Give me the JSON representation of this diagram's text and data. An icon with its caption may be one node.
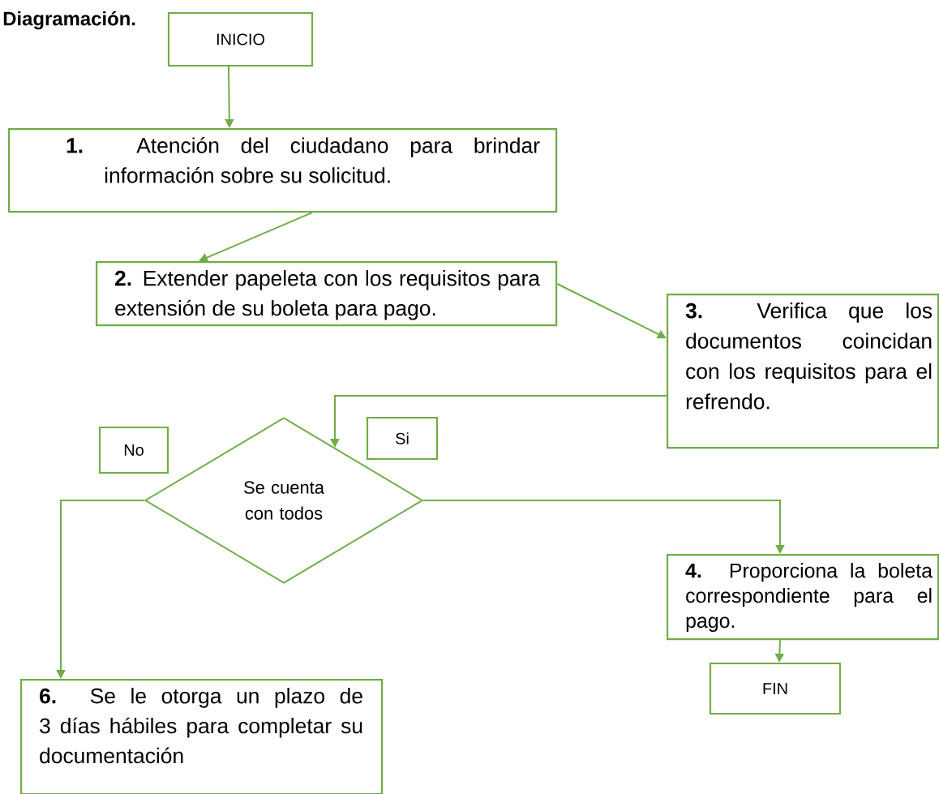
{
  "diagram": {
    "title": "Diagramación.",
    "nodes": [
      {
        "text": [
          "INICIO"
        ]
      },
      {
        "text": [
          "**1.** Atención del ciudadano para brindar información sobre su solicitud."
        ]
      },
      {
        "text": [
          "**2.** Extender papeleta con los requisitos para extensión de su boleta para pago."
        ]
      },
      {
        "text": [
          "**3.** Verifica que los documentos coincidan con los requisitos para el refrendo."
        ]
      },
      {
        "text": [
          "No"
        ]
      },
      {
        "text": [
          "Se cuenta con todos"
        ]
      },
      {
        "text": [
          "Si"
        ]
      },
      {
        "text": [
          "**4.** Proporciona la boleta correspondiente para el pago."
        ]
      },
      {
        "text": [
          "**6.** Se le otorga un plazo de 3 días hábiles para completar su documentación"
        ]
      },
      {
        "text": [
          "FIN"
        ]
      }
    ],
    "edges": [
      {
        "from": 0,
        "to": 1,
        "arrow": "to"
      },
      {
        "from": 1,
        "to": 2,
        "arrow": "to"
      },
      {
        "from": 2,
        "to": 3,
        "arrow": "to"
      },
      {
        "from": 3,
        "to": 5,
        "arrow": "to"
      },
      {
        "from": 5,
        "to": 8,
        "arrow": "to"
      },
      {
        "from": 5,
        "to": 7,
        "arrow": "to"
      },
      {
        "from": 7,
        "to": 9,
        "arrow": "to"
      }
    ]
  }
}
